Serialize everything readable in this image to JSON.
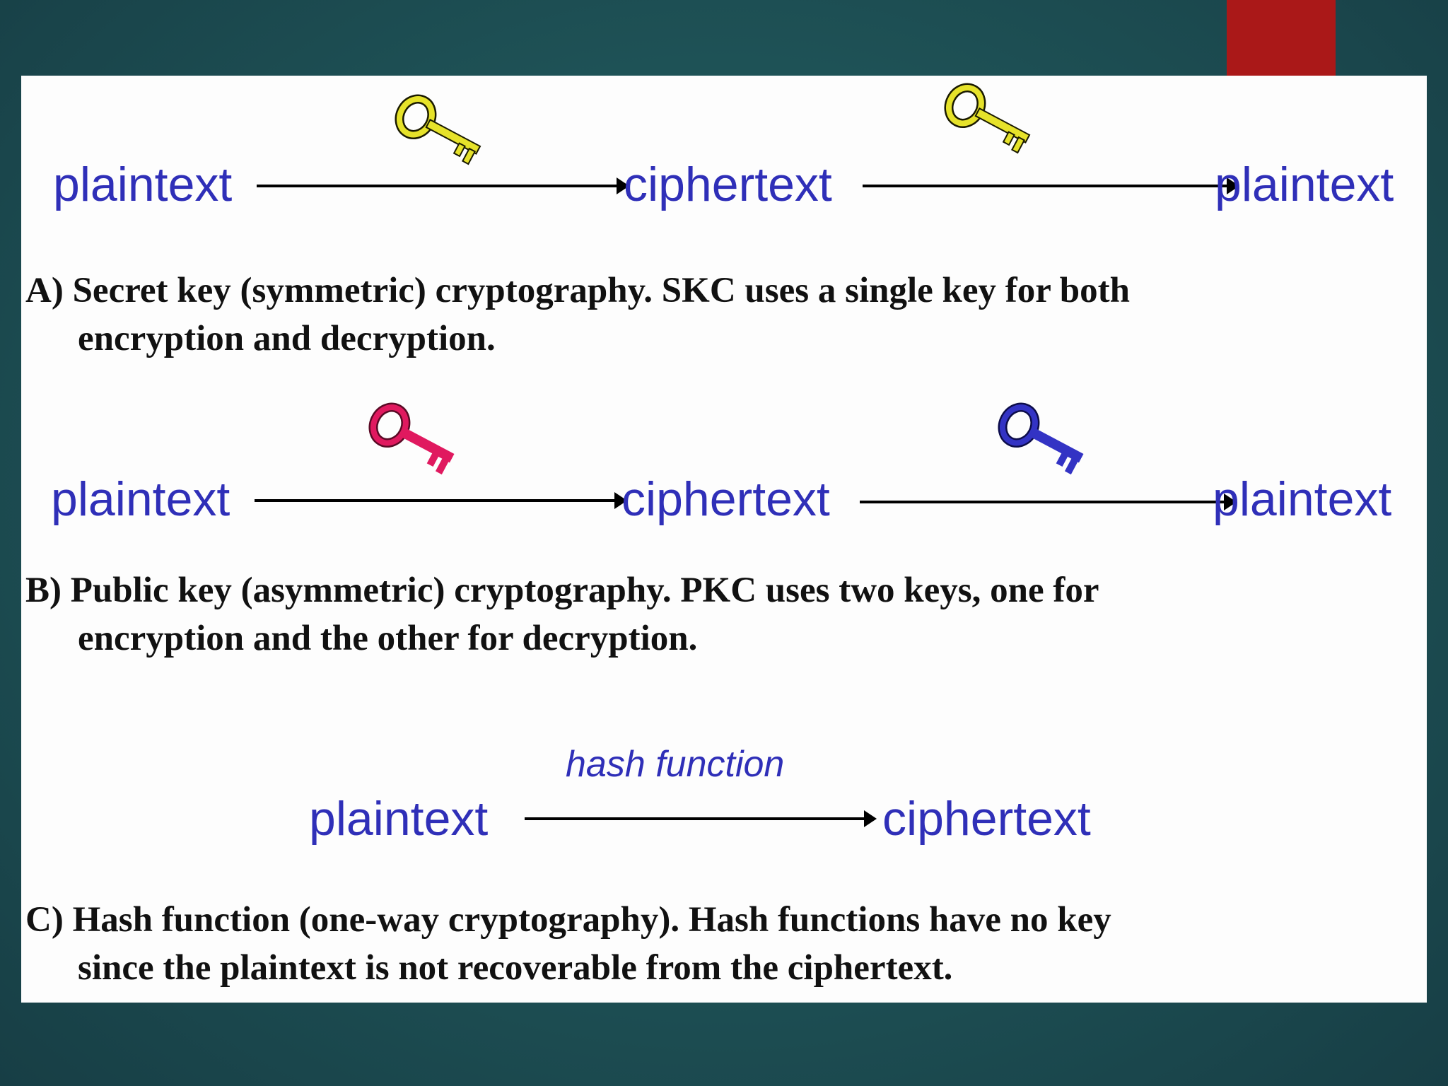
{
  "colors": {
    "background": "#1f5458",
    "accent_tab": "#aa1818",
    "slide": "#fdfdfd",
    "diagram_text": "#2f2fb8",
    "secret_key": "#e6e22a",
    "private_key": "#e0195f",
    "public_key": "#3333c4"
  },
  "icons": {
    "secret_key_1": "key-icon-yellow",
    "secret_key_2": "key-icon-yellow",
    "private_key": "key-icon-pink",
    "public_key": "key-icon-blue"
  },
  "section_a": {
    "flow": [
      "plaintext",
      "ciphertext",
      "plaintext"
    ],
    "caption_line1": "A) Secret key (symmetric) cryptography. SKC uses a single key for both",
    "caption_line2": "encryption and decryption."
  },
  "section_b": {
    "flow": [
      "plaintext",
      "ciphertext",
      "plaintext"
    ],
    "caption_line1": "B) Public key (asymmetric) cryptography. PKC uses two keys, one for",
    "caption_line2": "encryption and the other for decryption."
  },
  "section_c": {
    "arrow_label": "hash function",
    "flow": [
      "plaintext",
      "ciphertext"
    ],
    "caption_line1": "C) Hash function (one-way cryptography). Hash functions have no key",
    "caption_line2": "since the plaintext is not recoverable from the ciphertext."
  }
}
